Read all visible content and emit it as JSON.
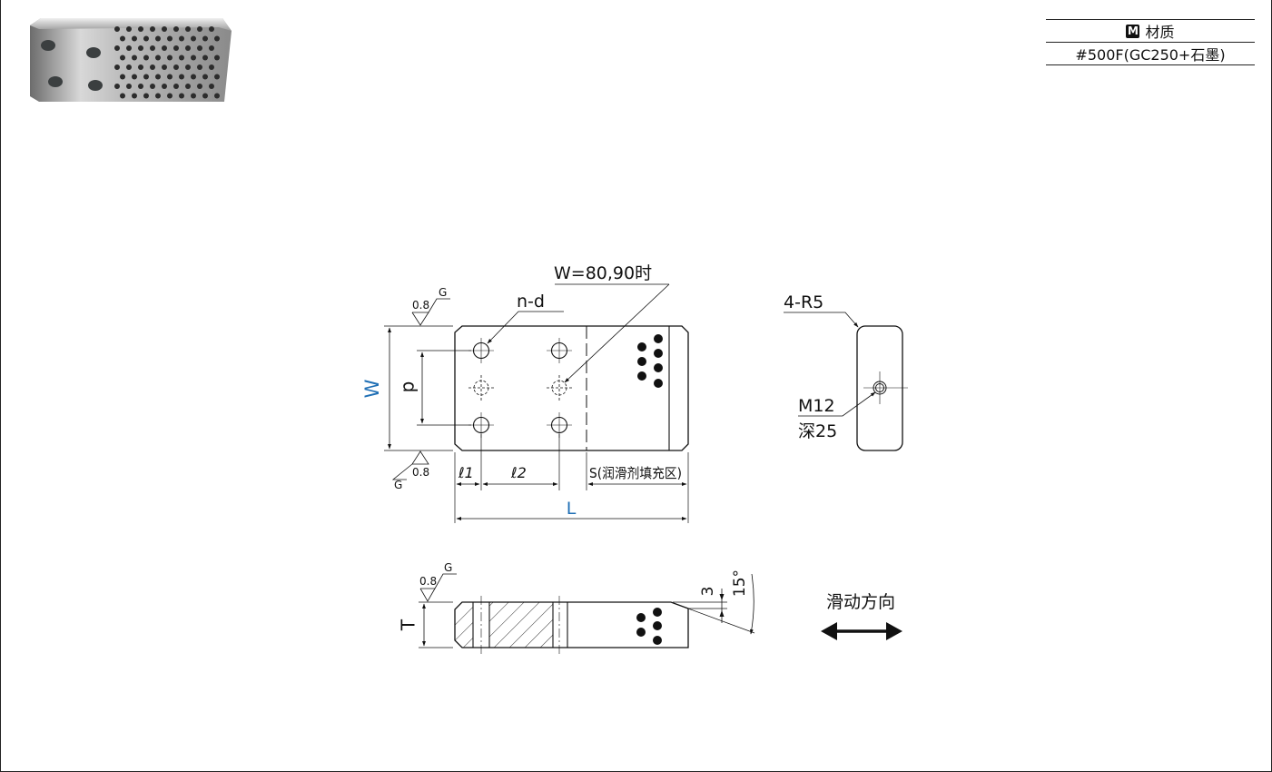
{
  "material_table": {
    "badge": "M",
    "header": "材质",
    "value": "#500F(GC250+石墨)"
  },
  "top_view": {
    "note_w": "W=80,90时",
    "note_nd": "n-d",
    "dim_w": "W",
    "dim_p": "p",
    "dim_l": "L",
    "dim_l1": "ℓ1",
    "dim_l2": "ℓ2",
    "dim_s": "S(润滑剂填充区)",
    "rough_top_value": "0.8",
    "rough_top_grade": "G",
    "rough_bottom_value": "0.8",
    "rough_bottom_grade": "G"
  },
  "side_view": {
    "corner_radius": "4-R5",
    "thread": "M12",
    "depth": "深25"
  },
  "front_view": {
    "dim_t": "T",
    "dim_3": "3",
    "angle": "15°",
    "rough_value": "0.8",
    "rough_grade": "G"
  },
  "direction": {
    "label": "滑动方向"
  },
  "colors": {
    "dimension_accent": "#1f6fb5",
    "line": "#111111"
  }
}
